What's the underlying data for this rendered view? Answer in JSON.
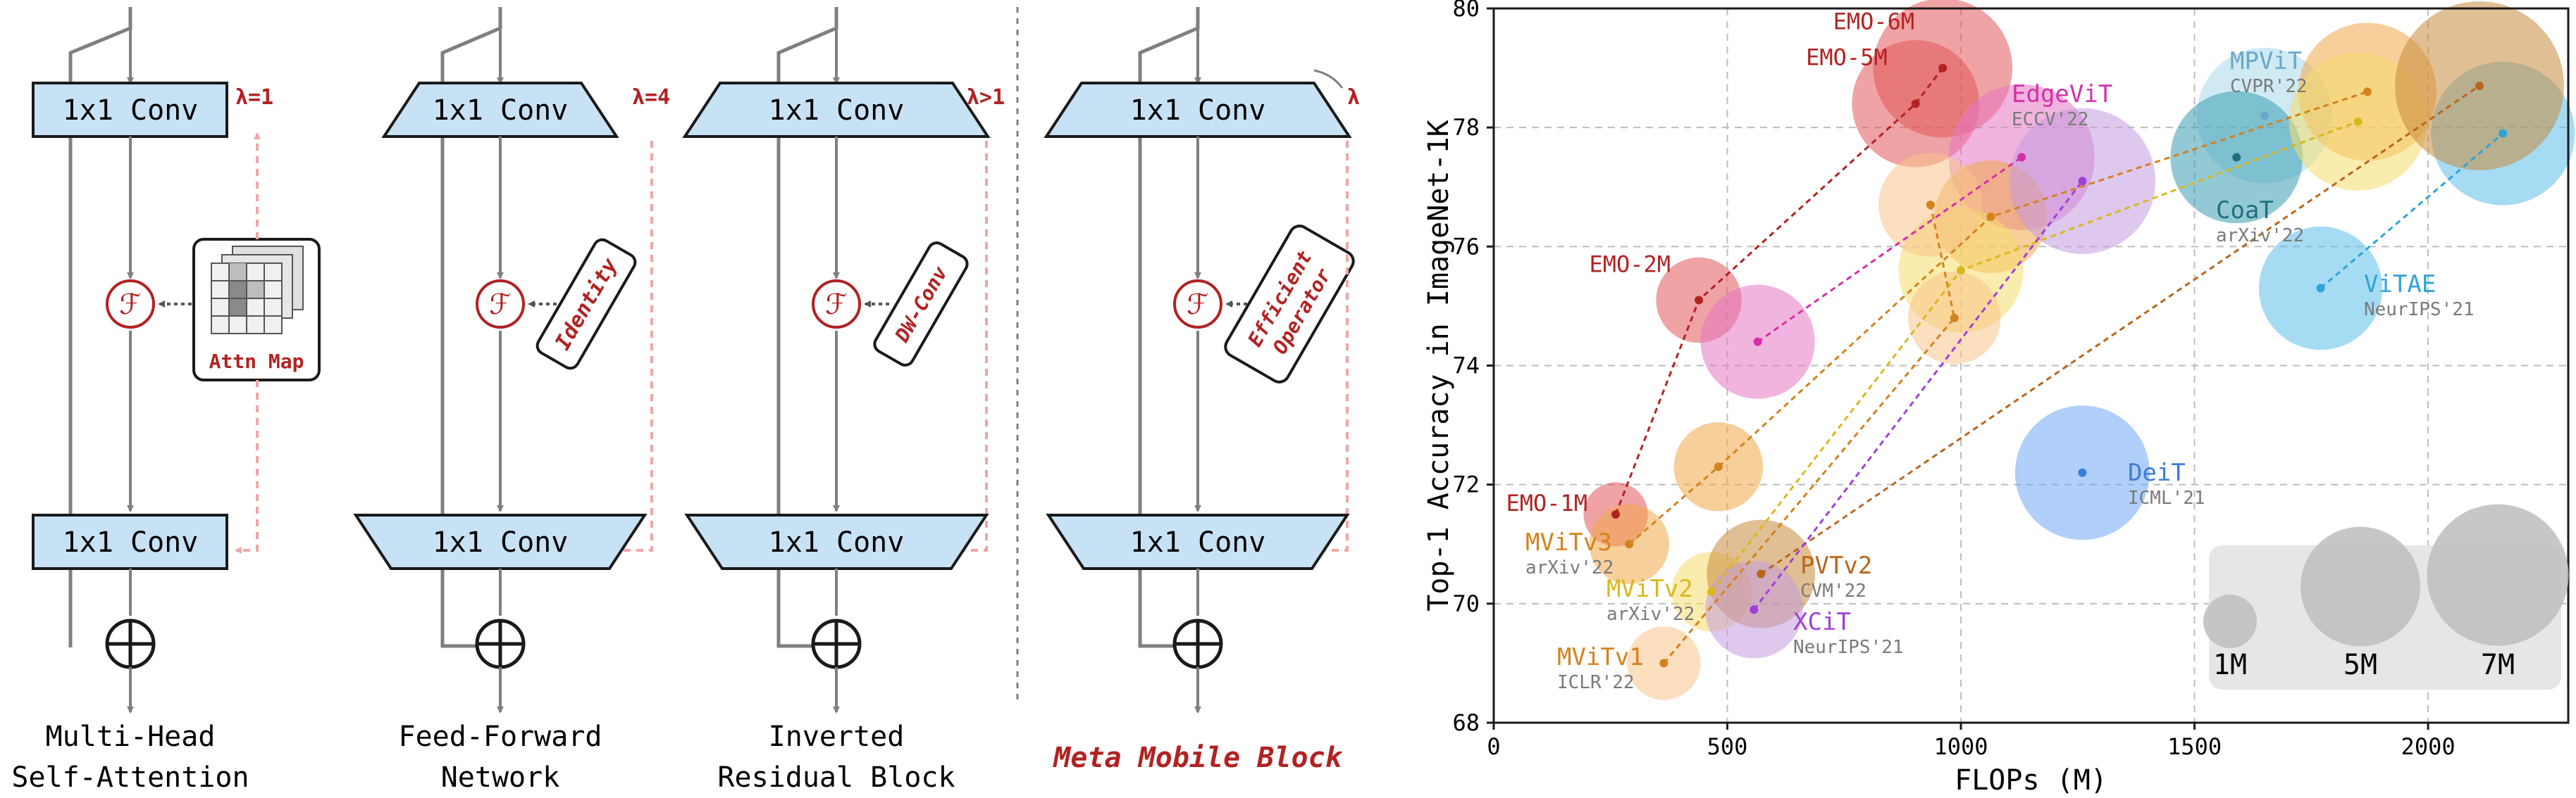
{
  "blocks": [
    {
      "top_label": "1x1 Conv",
      "bottom_label": "1x1 Conv",
      "lambda": "λ=1",
      "operator_label": "Attn Map",
      "caption": [
        "Multi-Head",
        "Self-Attention"
      ]
    },
    {
      "top_label": "1x1 Conv",
      "bottom_label": "1x1 Conv",
      "lambda": "λ=4",
      "operator_label": "Identity",
      "caption": [
        "Feed-Forward",
        "Network"
      ]
    },
    {
      "top_label": "1x1 Conv",
      "bottom_label": "1x1 Conv",
      "lambda": "λ>1",
      "operator_label": "DW-Conv",
      "caption": [
        "Inverted",
        "Residual Block"
      ]
    },
    {
      "top_label": "1x1 Conv",
      "bottom_label": "1x1 Conv",
      "lambda": "λ",
      "operator_label": [
        "Efficient",
        "Operator"
      ],
      "caption": [
        "Meta Mobile Block"
      ]
    }
  ],
  "f_symbol": "ℱ",
  "plus_symbol": "⊕",
  "colors": {
    "box_fill": "#c7e2f5",
    "accent_red": "#b22222",
    "gray_line": "#7f7f7f"
  },
  "chart_data": {
    "type": "scatter",
    "xlabel": "FLOPs (M)",
    "ylabel": "Top-1 Accuracy in ImageNet-1K",
    "xlim": [
      0,
      2300
    ],
    "ylim": [
      68,
      80
    ],
    "xticks": [
      0,
      500,
      1000,
      1500,
      2000
    ],
    "yticks": [
      68,
      70,
      72,
      74,
      76,
      78,
      80
    ],
    "grid": true,
    "series": [
      {
        "name": "EMO",
        "color": "#e15759",
        "label_color": "#b22222",
        "venue": "",
        "points": [
          {
            "label": "EMO-1M",
            "x": 261,
            "y": 71.5,
            "params": 1.3
          },
          {
            "label": "EMO-2M",
            "x": 439,
            "y": 75.1,
            "params": 2.3
          },
          {
            "label": "EMO-5M",
            "x": 903,
            "y": 78.4,
            "params": 5.1
          },
          {
            "label": "EMO-6M",
            "x": 961,
            "y": 79.0,
            "params": 6.1
          }
        ]
      },
      {
        "name": "EdgeViT",
        "color": "#e377c2",
        "label_color": "#d62fa8",
        "venue": "ECCV'22",
        "points": [
          {
            "x": 565,
            "y": 74.4,
            "params": 4.1
          },
          {
            "x": 1130,
            "y": 77.5,
            "params": 6.7
          }
        ]
      },
      {
        "name": "MPViT",
        "color": "#a8d8ea",
        "label_color": "#6aa7c9",
        "venue": "CVPR'22",
        "points": [
          {
            "x": 1650,
            "y": 78.2,
            "params": 5.8
          }
        ]
      },
      {
        "name": "CoaT",
        "color": "#3a9db0",
        "label_color": "#1f6f7f",
        "venue": "arXiv'22",
        "points": [
          {
            "x": 1590,
            "y": 77.5,
            "params": 5.5
          }
        ]
      },
      {
        "name": "ViTAE",
        "color": "#5bc0eb",
        "label_color": "#2fa3d6",
        "venue": "NeurIPS'21",
        "points": [
          {
            "x": 1770,
            "y": 75.3,
            "params": 4.8
          },
          {
            "x": 2160,
            "y": 77.9,
            "params": 6.5
          }
        ]
      },
      {
        "name": "DeiT",
        "color": "#6fa8f5",
        "label_color": "#3b7dd8",
        "venue": "ICML'21",
        "points": [
          {
            "x": 1260,
            "y": 72.2,
            "params": 5.7
          }
        ]
      },
      {
        "name": "MViTv3",
        "color": "#f0a848",
        "label_color": "#d4821c",
        "venue": "arXiv'22",
        "points": [
          {
            "x": 290,
            "y": 71.0,
            "params": 2.0
          },
          {
            "x": 481,
            "y": 72.3,
            "params": 2.5
          },
          {
            "x": 1064,
            "y": 76.5,
            "params": 4.0
          },
          {
            "x": 1870,
            "y": 78.6,
            "params": 6.0
          }
        ]
      },
      {
        "name": "MViTv2",
        "color": "#f5dc6b",
        "label_color": "#d9b81e",
        "venue": "arXiv'22",
        "points": [
          {
            "x": 466,
            "y": 70.2,
            "params": 2.0
          },
          {
            "x": 1000,
            "y": 75.6,
            "params": 4.9
          },
          {
            "x": 1850,
            "y": 78.1,
            "params": 6.0
          }
        ]
      },
      {
        "name": "MViTv1",
        "color": "#f7c48a",
        "label_color": "#d4821c",
        "venue": "ICLR'22",
        "points": [
          {
            "x": 364,
            "y": 69.0,
            "params": 1.7
          },
          {
            "x": 986,
            "y": 74.8,
            "params": 2.7
          },
          {
            "x": 935,
            "y": 76.7,
            "params": 3.4
          }
        ]
      },
      {
        "name": "PVTv2",
        "color": "#c98a3c",
        "label_color": "#b8661d",
        "venue": "CVM'22",
        "points": [
          {
            "x": 572,
            "y": 70.5,
            "params": 3.7
          },
          {
            "x": 2110,
            "y": 78.7,
            "params": 9.0
          }
        ]
      },
      {
        "name": "XCiT",
        "color": "#c59be0",
        "label_color": "#a040d8",
        "venue": "NeurIPS'21",
        "points": [
          {
            "x": 557,
            "y": 69.9,
            "params": 3.0
          },
          {
            "x": 1260,
            "y": 77.1,
            "params": 6.7
          }
        ]
      }
    ],
    "legend": {
      "position": "bottom-right",
      "entries": [
        {
          "label": "1M",
          "params": 1
        },
        {
          "label": "5M",
          "params": 5
        },
        {
          "label": "7M",
          "params": 7
        }
      ]
    }
  }
}
